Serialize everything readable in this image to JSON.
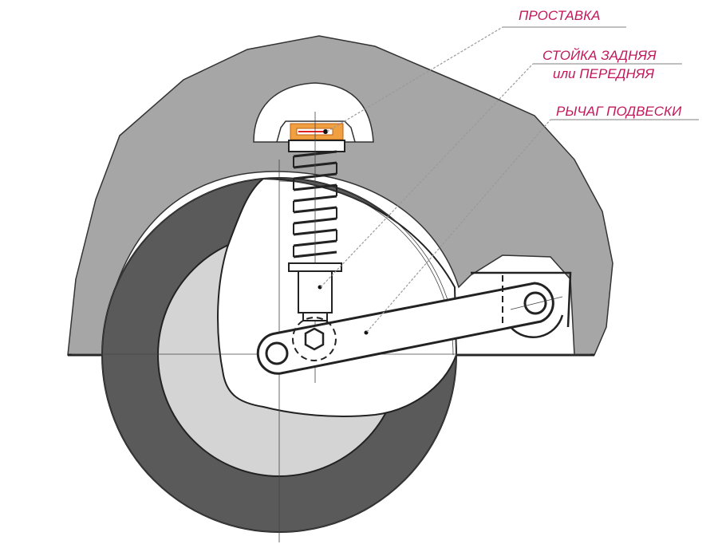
{
  "labels": {
    "spacer": "ПРОСТАВКА",
    "strut_line1": "СТОЙКА ЗАДНЯЯ",
    "strut_line2": "или ПЕРЕДНЯЯ",
    "arm": "РЫЧАГ ПОДВЕСКИ"
  },
  "colors": {
    "label": "#c2185b",
    "fender": "#a6a6a6",
    "tire": "#5a5a5a",
    "rim": "#d4d4d4",
    "spacer": "#f0a040"
  }
}
